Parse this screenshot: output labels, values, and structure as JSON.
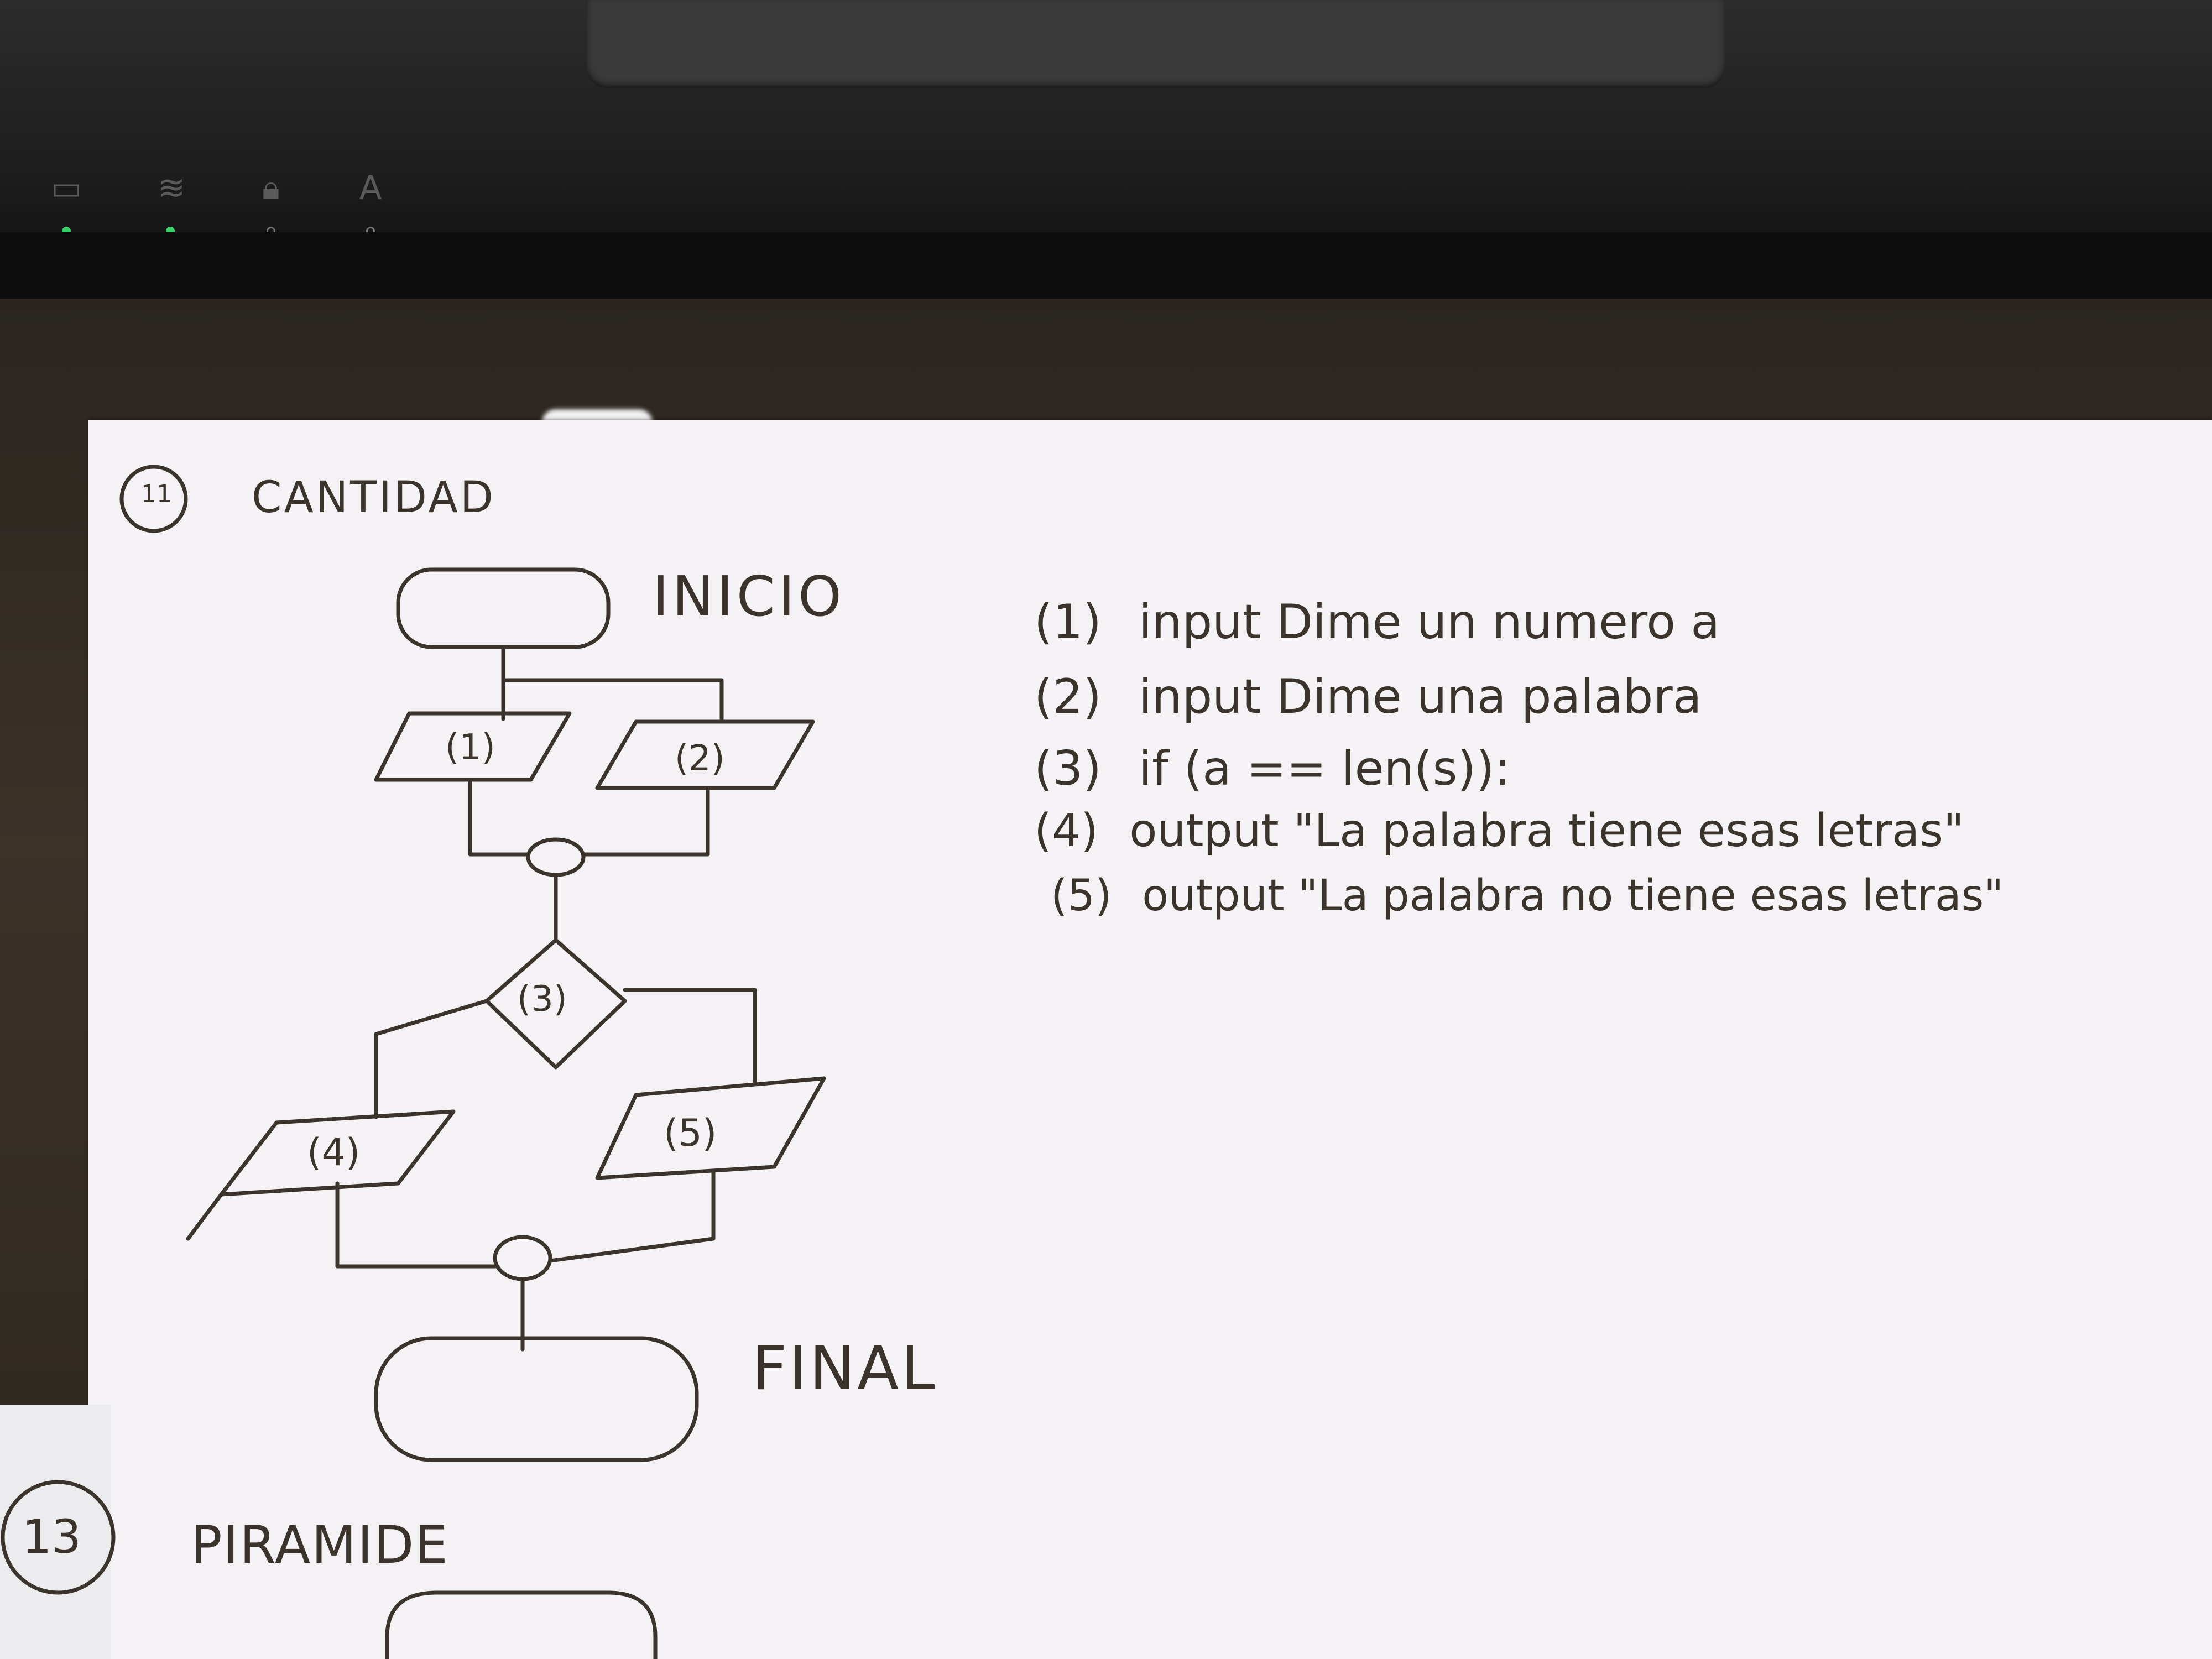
{
  "sheet": {
    "section_11": {
      "number": "11",
      "title": "CANTIDAD"
    },
    "section_13": {
      "number": "13",
      "title": "PIRAMIDE"
    }
  },
  "flowchart": {
    "start_label": "INICIO",
    "end_label": "FINAL",
    "nodes": {
      "n1": "(1)",
      "n2": "(2)",
      "n3": "(3)",
      "n4": "(4)",
      "n5": "(5)"
    }
  },
  "steps": [
    {
      "num": "(1)",
      "text": "input   Dime un numero   a"
    },
    {
      "num": "(2)",
      "text": "input   Dime una palabra"
    },
    {
      "num": "(3)",
      "text": "if (a == len(s)):"
    },
    {
      "num": "(4)",
      "text": "output \"La palabra tiene esas letras\""
    },
    {
      "num": "(5)",
      "text": "output \"La palabra no tiene esas letras\""
    }
  ],
  "colors": {
    "ink": "#3a342c",
    "paper": "#f4f2f4"
  }
}
